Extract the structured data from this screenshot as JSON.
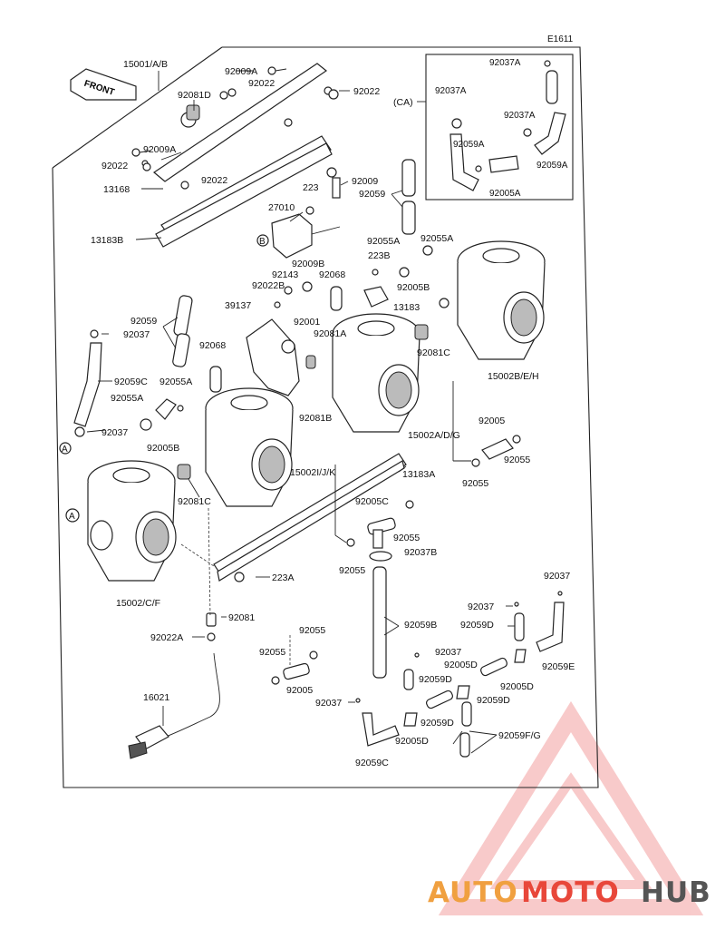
{
  "figure_code": "E1611",
  "front_label": "FRONT",
  "ca_label": "(CA)",
  "markers": {
    "a": "A",
    "b": "B"
  },
  "labels": {
    "p15001": "15001/A/B",
    "p92009a_1": "92009A",
    "p92022_1": "92022",
    "p92022_2": "92022",
    "p92081d": "92081D",
    "p92009a_2": "92009A",
    "p92022_3": "92022",
    "p92022_4": "92022",
    "p13168": "13168",
    "p13183b": "13183B",
    "p27010": "27010",
    "p223": "223",
    "p92009": "92009",
    "p92059_1": "92059",
    "p92055a_1": "92055A",
    "p92055a_2": "92055A",
    "p223b": "223B",
    "p92009b": "92009B",
    "p92143": "92143",
    "p92068_1": "92068",
    "p92022b": "92022B",
    "p92005b_1": "92005B",
    "p13183": "13183",
    "p39137": "39137",
    "p92059_2": "92059",
    "p92001": "92001",
    "p92081a": "92081A",
    "p92037_1": "92037",
    "p92068_2": "92068",
    "p92081c_1": "92081C",
    "p15002beh": "15002B/E/H",
    "p92059c": "92059C",
    "p92055a_3": "92055A",
    "p92055a_4": "92055A",
    "p92081b": "92081B",
    "p15002adg": "15002A/D/G",
    "p92037_2": "92037",
    "p92005b_2": "92005B",
    "p92005_1": "92005",
    "p92055_1": "92055",
    "p92055_2": "92055",
    "p15002ijk": "15002I/J/K",
    "p13183a": "13183A",
    "p92081c_2": "92081C",
    "p92005c": "92005C",
    "p92055_3": "92055",
    "p92037b": "92037B",
    "p92055_4": "92055",
    "p223a": "223A",
    "p15002cf": "15002/C/F",
    "p92081": "92081",
    "p92022a": "92022A",
    "p92059b": "92059B",
    "p92037_3": "92037",
    "p92037_4": "92037",
    "p92059d_1": "92059D",
    "p92055_5": "92055",
    "p92055_6": "92055",
    "p92005_2": "92005",
    "p92037_5": "92037",
    "p92005d_1": "92005D",
    "p92059d_2": "92059D",
    "p92005d_2": "92005D",
    "p92059e": "92059E",
    "p92059d_3": "92059D",
    "p16021": "16021",
    "p92037_6": "92037",
    "p92059d_4": "92059D",
    "p92059fg": "92059F/G",
    "p92005d_3": "92005D",
    "p92059c_2": "92059C",
    "ca_92037a_1": "92037A",
    "ca_92037a_2": "92037A",
    "ca_92037a_3": "92037A",
    "ca_92059a_1": "92059A",
    "ca_92059a_2": "92059A",
    "ca_92005a": "92005A"
  },
  "watermark": {
    "part1": "AUTO",
    "part2": "MOTO",
    "part3": "HUB"
  },
  "colors": {
    "wm_orange": "#f0a040",
    "wm_red": "#e8473a",
    "wm_gray": "#555555",
    "wm_pink": "#f3a0a0"
  }
}
